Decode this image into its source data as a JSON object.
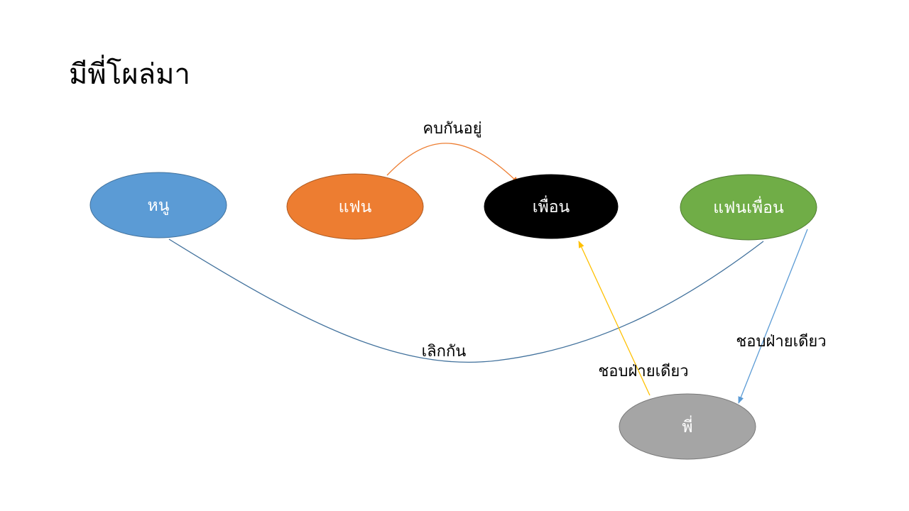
{
  "slide": {
    "title": "มีพี่โผล่มา"
  },
  "nodes": {
    "nu": {
      "label": "หนู",
      "fill": "#5B9BD5",
      "stroke": "#41719C",
      "text_color": "#FFFFFF"
    },
    "faen": {
      "label": "แฟน",
      "fill": "#ED7D31",
      "stroke": "#AE5A21",
      "text_color": "#FFFFFF"
    },
    "phuean": {
      "label": "เพื่อน",
      "fill": "#000000",
      "stroke": "#000000",
      "text_color": "#FFFFFF"
    },
    "faen_phuean": {
      "label": "แฟนเพื่อน",
      "fill": "#70AD47",
      "stroke": "#507E32",
      "text_color": "#FFFFFF"
    },
    "phi": {
      "label": "พี่",
      "fill": "#A5A5A5",
      "stroke": "#787878",
      "text_color": "#FFFFFF"
    }
  },
  "edges": {
    "dating": {
      "label": "คบกันอยู่",
      "color": "#ED7D31"
    },
    "breakup": {
      "label": "เลิกกัน",
      "color": "#41719C"
    },
    "phi_to_phuean": {
      "label": "ชอบฝ่ายเดียว",
      "color": "#FFC000"
    },
    "faen_phuean_to_phi": {
      "label": "ชอบฝ่ายเดียว",
      "color": "#5B9BD5"
    }
  }
}
